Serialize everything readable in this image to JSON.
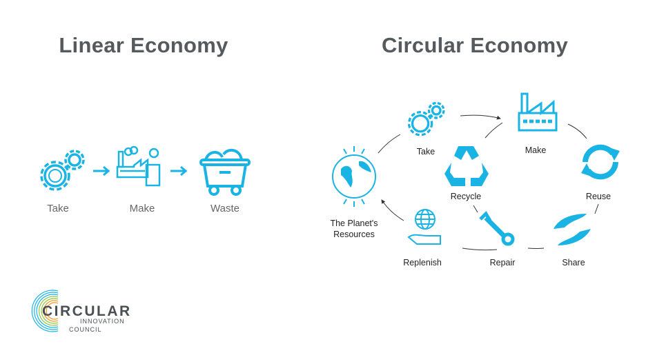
{
  "linear": {
    "title": "Linear Economy",
    "steps": [
      {
        "label": "Take",
        "icon": "gear-icon"
      },
      {
        "label": "Make",
        "icon": "factory-icon"
      },
      {
        "label": "Waste",
        "icon": "dumpster-icon"
      }
    ]
  },
  "circular": {
    "title": "Circular Economy",
    "nodes": {
      "take": "Take",
      "make": "Make",
      "reuse": "Reuse",
      "share": "Share",
      "repair": "Repair",
      "replenish": "Replenish",
      "planet_line1": "The Planet's",
      "planet_line2": "Resources",
      "recycle": "Recycle"
    }
  },
  "logo": {
    "line1": "CIRCULAR",
    "line2": "INNOVATION",
    "line3": "COUNCIL"
  },
  "colors": {
    "accent": "#1ab4e4",
    "title": "#555a5e",
    "logo_green": "#8cc63f",
    "logo_orange": "#f7941d"
  }
}
